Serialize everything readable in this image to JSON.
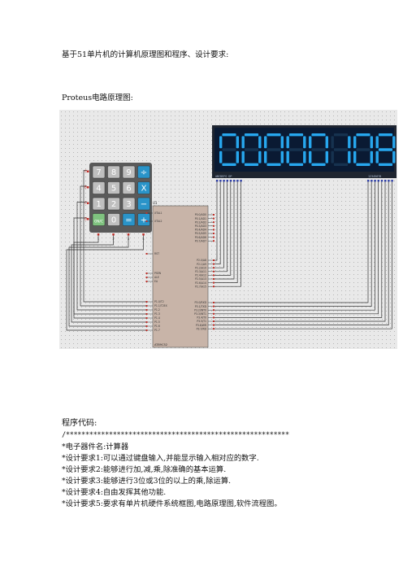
{
  "doc": {
    "title": "基于51单片机的计算机原理图和程序、设计要求:",
    "subtitle": "Proteus电路原理图:",
    "code_heading": "程序代码:",
    "comment_rule": "/*********************************************************",
    "requirements": [
      "*电子器件名:计算器",
      "*设计要求1:可以通过键盘输入,并能显示输入相对应的数字.",
      "*设计要求2:能够进行加,减,乘,除准确的基本运算.",
      "*设计要求3:能够进行3位或3位的以上的乘,除运算.",
      "*设计要求4:自由发挥其他功能.",
      "*设计要求5:要求有单片机硬件系统框图,电路原理图,软件流程图。"
    ]
  },
  "schematic": {
    "display": {
      "digits": "00000108",
      "left_label": "ABCDEFG  DP",
      "right_label": "12345678"
    },
    "keypad": {
      "keys": [
        "7",
        "8",
        "9",
        "÷",
        "4",
        "5",
        "6",
        "X",
        "1",
        "2",
        "3",
        "−",
        "ON/C",
        "0",
        "=",
        "+"
      ],
      "row_labels": [
        "A",
        "B",
        "C",
        "D"
      ],
      "col_labels": [
        "1",
        "2",
        "3",
        "4"
      ]
    },
    "mcu": {
      "ref": "U1",
      "part": "AT89C52",
      "left_pins": [
        "XTAL1",
        "XTAL2",
        "RST",
        "PSEN",
        "ALE",
        "EA",
        "P1.0/T2",
        "P1.1/T2EX",
        "P1.2",
        "P1.3",
        "P1.4",
        "P1.5",
        "P1.6",
        "P1.7"
      ],
      "right_pins": [
        "P0.0/AD0",
        "P0.1/AD1",
        "P0.2/AD2",
        "P0.3/AD3",
        "P0.4/AD4",
        "P0.5/AD5",
        "P0.6/AD6",
        "P0.7/AD7",
        "P2.0/A8",
        "P2.1/A9",
        "P2.2/A10",
        "P2.3/A11",
        "P2.4/A12",
        "P2.5/A13",
        "P2.6/A14",
        "P2.7/A15",
        "P3.0/RXD",
        "P3.1/TXD",
        "P3.2/INT0",
        "P3.3/INT1",
        "P3.4/T0",
        "P3.5/T1",
        "P3.6/WR",
        "P3.7/RD"
      ]
    },
    "colors": {
      "sheet": "#e9e9e9",
      "dot": "#b5b5b5",
      "display_bg": "#0a1a33",
      "segment_on": "#27a7ee",
      "segment_off": "#16324f",
      "keypad_body": "#5a5a5a",
      "key_gray": "#bfbfbf",
      "key_blue": "#2a94c9",
      "key_green": "#7fc27f",
      "mcu_body": "#c8b4a8",
      "wire": "#333333",
      "pin_red": "#c0302a",
      "pin_blue": "#3040a8"
    }
  }
}
